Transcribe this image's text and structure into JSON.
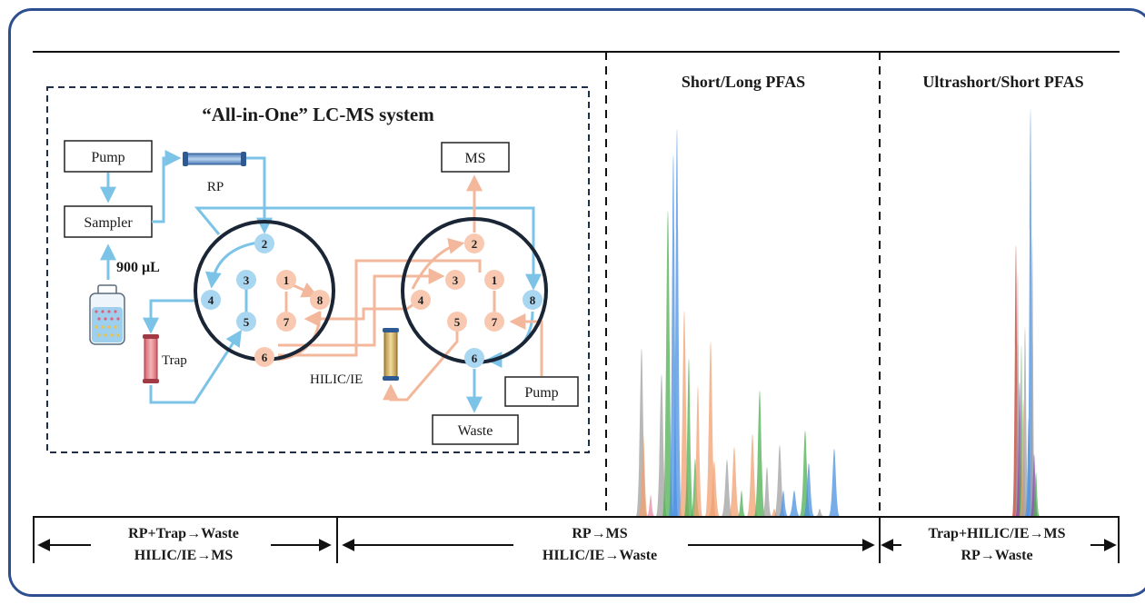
{
  "diagram": {
    "system_title": "“All-in-One” LC-MS system",
    "blocks": {
      "pump_left": "Pump",
      "sampler": "Sampler",
      "ms": "MS",
      "pump_right": "Pump",
      "waste": "Waste"
    },
    "labels": {
      "rp": "RP",
      "trap": "Trap",
      "hilic": "HILIC/IE",
      "volume": "900 μL"
    },
    "valve_left_ports": [
      "1",
      "2",
      "3",
      "4",
      "5",
      "6",
      "7",
      "8"
    ],
    "valve_right_ports": [
      "1",
      "2",
      "3",
      "4",
      "5",
      "6",
      "7",
      "8"
    ],
    "colors": {
      "blue_flow": "#7cc3e8",
      "orange_flow": "#f3b89c",
      "blue_port": "#a9d6f0",
      "orange_port": "#f8c9b0",
      "frame": "#2e4f8f"
    }
  },
  "panels": {
    "short_long_title": "Short/Long PFAS",
    "ultrashort_title": "Ultrashort/Short PFAS"
  },
  "timeline": {
    "segment1_line1": "RP+Trap→Waste",
    "segment1_line2": "HILIC/IE→MS",
    "segment2_line1": "RP→MS",
    "segment2_line2": "HILIC/IE→Waste",
    "segment3_line1": "Trap+HILIC/IE→MS",
    "segment3_line2": "RP→Waste"
  }
}
